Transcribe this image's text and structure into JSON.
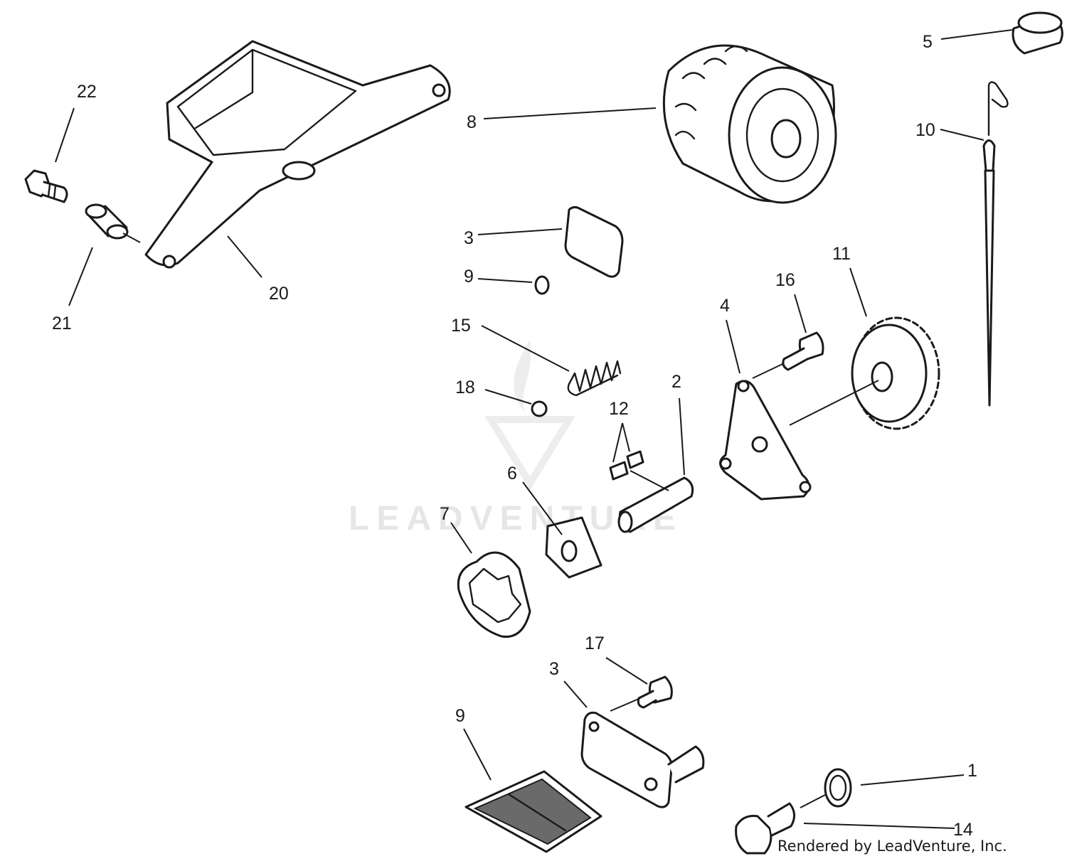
{
  "watermark": {
    "brand": "LEADVENTURE"
  },
  "credit": "Rendered by LeadVenture, Inc.",
  "callouts": [
    "22",
    "21",
    "20",
    "8",
    "5",
    "10",
    "3",
    "9",
    "15",
    "18",
    "16",
    "11",
    "4",
    "2",
    "12",
    "6",
    "7",
    "17",
    "3",
    "9",
    "1",
    "14"
  ]
}
